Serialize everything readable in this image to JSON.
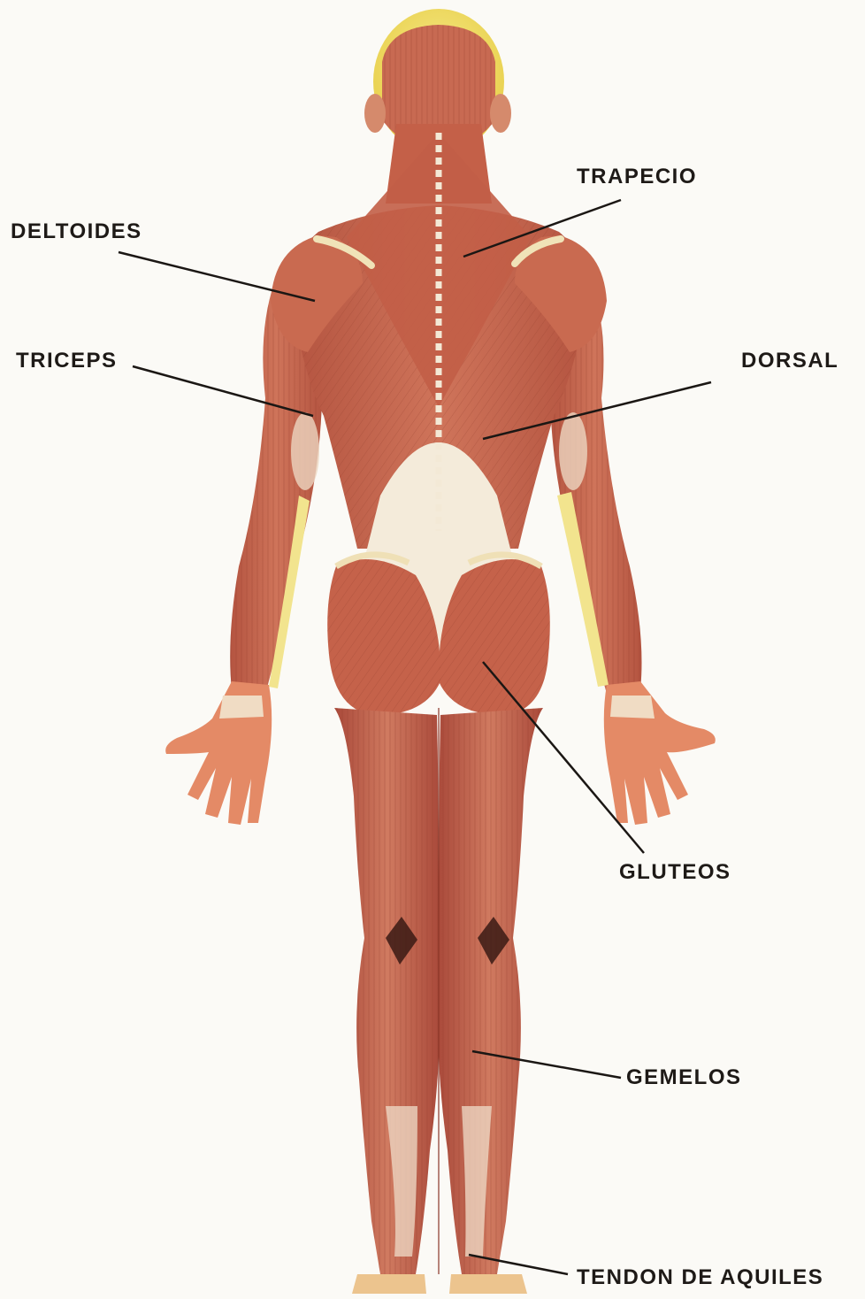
{
  "labels": {
    "trapecio": "TRAPECIO",
    "deltoides": "DELTOIDES",
    "triceps": "TRICEPS",
    "dorsal": "DORSAL",
    "gluteos": "GLUTEOS",
    "gemelos": "GEMELOS",
    "tendon": "TENDON DE AQUILES"
  },
  "colors": {
    "muscle": "#c4614a",
    "muscle_dark": "#9a3f2e",
    "muscle_light": "#d98a70",
    "tendon": "#f3ead8",
    "fascia": "#efe1c6",
    "hair": "#f1e06a",
    "skin": "#e7a282",
    "leader": "#1b1714"
  }
}
